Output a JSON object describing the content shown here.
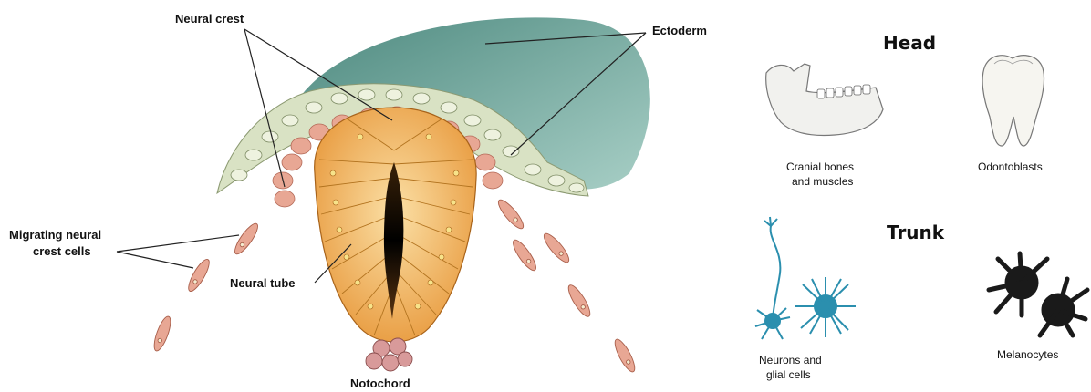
{
  "labels": {
    "neural_crest": "Neural crest",
    "ectoderm": "Ectoderm",
    "migrating_line1": "Migrating neural",
    "migrating_line2": "crest cells",
    "neural_tube": "Neural tube",
    "notochord": "Notochord"
  },
  "head": {
    "title": "Head",
    "items": [
      {
        "line1": "Cranial bones",
        "line2": "and muscles",
        "icon": "jawbone-icon"
      },
      {
        "line1": "Odontoblasts",
        "line2": "",
        "icon": "tooth-icon"
      }
    ]
  },
  "trunk": {
    "title": "Trunk",
    "items": [
      {
        "line1": "Neurons and",
        "line2": "glial cells",
        "icon": "neuron-icon"
      },
      {
        "line1": "Melanocytes",
        "line2": "",
        "icon": "melanocyte-icon"
      }
    ]
  },
  "colors": {
    "ectoderm": "#6fa39a",
    "neural_tube": "#f2b463",
    "crest_cells": "#e8a794",
    "epidermis": "#d9e2c4",
    "neuron": "#2b8fae",
    "melanocyte": "#1a1a1a"
  }
}
